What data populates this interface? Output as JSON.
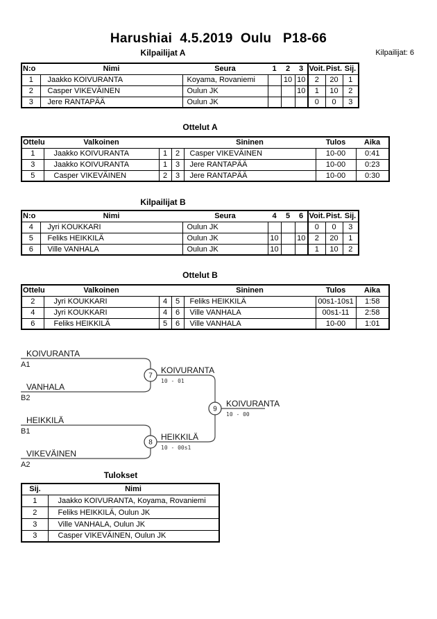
{
  "page": {
    "title": "Harushiai  4.5.2019  Oulu   P18-66",
    "competitors_label": "Kilpailijat: 6"
  },
  "pool_a": {
    "heading": "Kilpailijat A",
    "headers": {
      "no": "N:o",
      "name": "Nimi",
      "club": "Seura",
      "m1": "1",
      "m2": "2",
      "m3": "3",
      "wins": "Voit.",
      "points": "Pist.",
      "rank": "Sij."
    },
    "rows": [
      {
        "no": "1",
        "name": "Jaakko KOIVURANTA",
        "club": "Koyama, Rovaniemi",
        "m1": "",
        "m2": "10",
        "m3": "10",
        "wins": "2",
        "points": "20",
        "rank": "1"
      },
      {
        "no": "2",
        "name": "Casper VIKEVÄINEN",
        "club": "Oulun JK",
        "m1": "",
        "m2": "",
        "m3": "10",
        "wins": "1",
        "points": "10",
        "rank": "2"
      },
      {
        "no": "3",
        "name": "Jere RANTAPÄÄ",
        "club": "Oulun JK",
        "m1": "",
        "m2": "",
        "m3": "",
        "wins": "0",
        "points": "0",
        "rank": "3"
      }
    ]
  },
  "matches_a": {
    "heading": "Ottelut A",
    "headers": {
      "match": "Ottelu",
      "white": "Valkoinen",
      "blue": "Sininen",
      "result": "Tulos",
      "time": "Aika"
    },
    "rows": [
      {
        "match": "1",
        "white": "Jaakko KOIVURANTA",
        "wno": "1",
        "bno": "2",
        "blue": "Casper VIKEVÄINEN",
        "result": "10-00",
        "time": "0:41"
      },
      {
        "match": "3",
        "white": "Jaakko KOIVURANTA",
        "wno": "1",
        "bno": "3",
        "blue": "Jere RANTAPÄÄ",
        "result": "10-00",
        "time": "0:23"
      },
      {
        "match": "5",
        "white": "Casper VIKEVÄINEN",
        "wno": "2",
        "bno": "3",
        "blue": "Jere RANTAPÄÄ",
        "result": "10-00",
        "time": "0:30"
      }
    ]
  },
  "pool_b": {
    "heading": "Kilpailijat B",
    "headers": {
      "no": "N:o",
      "name": "Nimi",
      "club": "Seura",
      "m1": "4",
      "m2": "5",
      "m3": "6",
      "wins": "Voit.",
      "points": "Pist.",
      "rank": "Sij."
    },
    "rows": [
      {
        "no": "4",
        "name": "Jyri KOUKKARI",
        "club": "Oulun JK",
        "m1": "",
        "m2": "",
        "m3": "",
        "wins": "0",
        "points": "0",
        "rank": "3"
      },
      {
        "no": "5",
        "name": "Feliks HEIKKILÄ",
        "club": "Oulun JK",
        "m1": "10",
        "m2": "",
        "m3": "10",
        "wins": "2",
        "points": "20",
        "rank": "1"
      },
      {
        "no": "6",
        "name": "Ville VANHALA",
        "club": "Oulun JK",
        "m1": "10",
        "m2": "",
        "m3": "",
        "wins": "1",
        "points": "10",
        "rank": "2"
      }
    ]
  },
  "matches_b": {
    "heading": "Ottelut B",
    "headers": {
      "match": "Ottelu",
      "white": "Valkoinen",
      "blue": "Sininen",
      "result": "Tulos",
      "time": "Aika"
    },
    "rows": [
      {
        "match": "2",
        "white": "Jyri KOUKKARI",
        "wno": "4",
        "bno": "5",
        "blue": "Feliks HEIKKILÄ",
        "result": "00s1-10s1",
        "time": "1:58"
      },
      {
        "match": "4",
        "white": "Jyri KOUKKARI",
        "wno": "4",
        "bno": "6",
        "blue": "Ville VANHALA",
        "result": "00s1-11",
        "time": "2:58"
      },
      {
        "match": "6",
        "white": "Feliks HEIKKILÄ",
        "wno": "5",
        "bno": "6",
        "blue": "Ville VANHALA",
        "result": "10-00",
        "time": "1:01"
      }
    ]
  },
  "bracket": {
    "semi1": {
      "top_name": "KOIVURANTA",
      "top_seed": "A1",
      "bottom_name": "VANHALA",
      "bottom_seed": "B2",
      "match_no": "7",
      "winner": "KOIVURANTA",
      "score": "10 - 01"
    },
    "semi2": {
      "top_name": "HEIKKILÄ",
      "top_seed": "B1",
      "bottom_name": "VIKEVÄINEN",
      "bottom_seed": "A2",
      "match_no": "8",
      "winner": "HEIKKILÄ",
      "score": "10 - 00s1"
    },
    "final": {
      "match_no": "9",
      "winner": "KOIVURANTA",
      "score": "10 - 00"
    }
  },
  "results": {
    "heading": "Tulokset",
    "headers": {
      "rank": "Sij.",
      "name": "Nimi"
    },
    "rows": [
      {
        "rank": "1",
        "name": "Jaakko KOIVURANTA, Koyama, Rovaniemi"
      },
      {
        "rank": "2",
        "name": "Feliks HEIKKILÄ, Oulun JK"
      },
      {
        "rank": "3",
        "name": "Ville VANHALA, Oulun JK"
      },
      {
        "rank": "3",
        "name": "Casper VIKEVÄINEN, Oulun JK"
      }
    ]
  }
}
